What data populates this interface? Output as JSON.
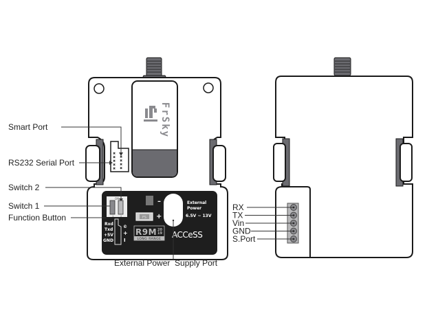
{
  "diagram": {
    "title": "FrSky R9M 2019 Access module - front and back view",
    "front_labels": {
      "smart_port": "Smart Port",
      "rs232": "RS232 Serial Port",
      "switch2": "Switch 2",
      "switch1": "Switch 1",
      "function_button": "Function Button",
      "ext_power_port": "External Power  Supply Port"
    },
    "panel": {
      "pin_labels": [
        "Rxd",
        "Txd",
        "+5V",
        "GND"
      ],
      "pin_side_labels": [
        "©",
        "+",
        "I"
      ],
      "fs_label": "FS",
      "minus": "–",
      "plus": "+",
      "ext_power_line1": "External",
      "ext_power_line2": "Power",
      "ext_power_range": "6.5V ~ 13V",
      "model": "R9M",
      "year_top": "20",
      "year_bottom": "19",
      "long_range": "LONG RANGE",
      "brand_access": "ACCeSS",
      "switch_on": "ON",
      "switch_nums": [
        "1",
        "2"
      ]
    },
    "antenna_brand": "FrSky",
    "back_labels": [
      "RX",
      "TX",
      "Vin",
      "GND",
      "S.Port"
    ],
    "colors": {
      "outline": "#1a1a1a",
      "panel": "#1e1e1e",
      "gray_dark": "#6b6b70",
      "gray_mid": "#8a8a8e",
      "gray_light": "#b9b9bb",
      "leader": "#333333"
    }
  }
}
